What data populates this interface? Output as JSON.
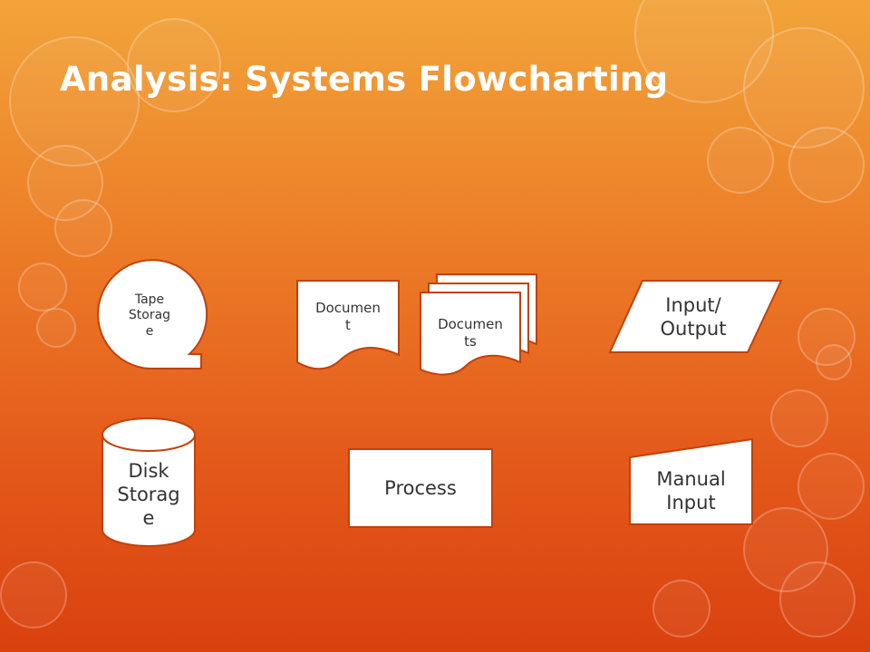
{
  "slide": {
    "title": "Analysis: Systems Flowcharting"
  },
  "colors": {
    "shape_fill": "#ffffff",
    "shape_stroke": "#c2410c",
    "text": "#333333",
    "title": "#ffffff"
  },
  "shapes": {
    "tape_storage": {
      "line1": "Tape",
      "line2": "Storag",
      "line3": "e"
    },
    "document": {
      "line1": "Documen",
      "line2": "t"
    },
    "documents": {
      "line1": "Documen",
      "line2": "ts"
    },
    "input_output": {
      "line1": "Input/",
      "line2": "Output"
    },
    "disk_storage": {
      "line1": "Disk",
      "line2": "Storag",
      "line3": "e"
    },
    "process": {
      "label": "Process"
    },
    "manual_input": {
      "line1": "Manual",
      "line2": "Input"
    }
  }
}
